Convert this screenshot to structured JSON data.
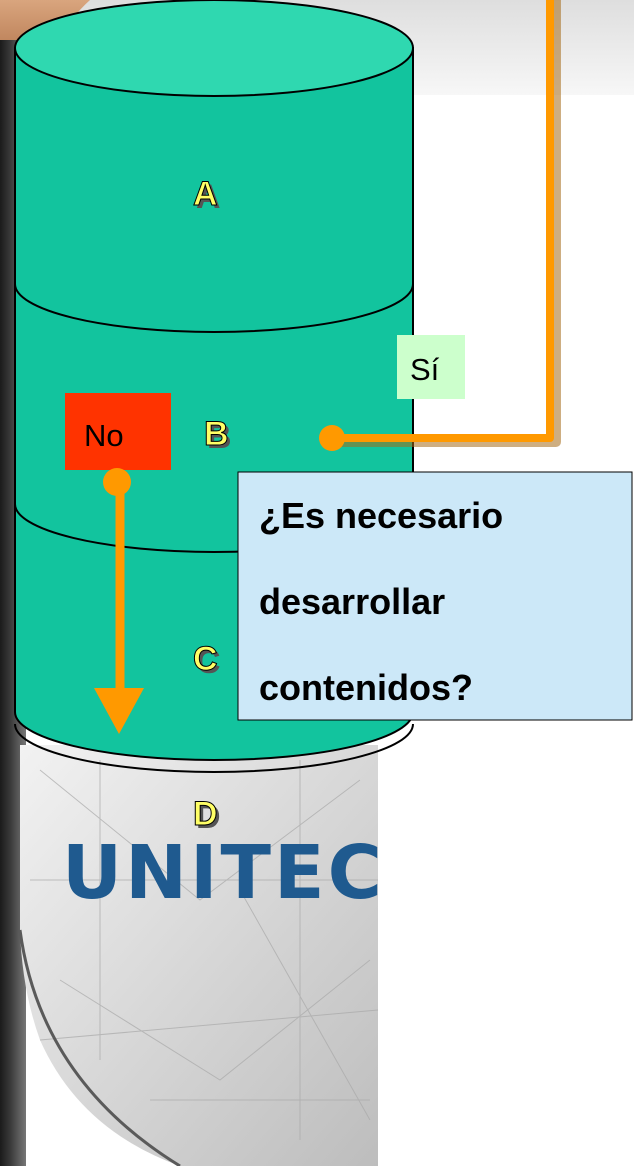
{
  "diagram": {
    "segments": [
      {
        "id": "A",
        "label": "A"
      },
      {
        "id": "B",
        "label": "B"
      },
      {
        "id": "C",
        "label": "C"
      },
      {
        "id": "D",
        "label": "D"
      }
    ],
    "question": {
      "lines": [
        "¿Es necesario",
        "desarrollar",
        "contenidos?"
      ]
    },
    "yes_label": "Sí",
    "no_label": "No",
    "logo_text": "UNITEC",
    "colors": {
      "cylinder_fill": "#12c49e",
      "cylinder_top": "#2fd8b0",
      "connector": "#ff9900",
      "yes_bg": "#ccffcc",
      "no_bg": "#ff3300",
      "question_bg": "#cce8f8",
      "label_fill": "#ffff66",
      "logo": "#1f5a8f"
    }
  }
}
